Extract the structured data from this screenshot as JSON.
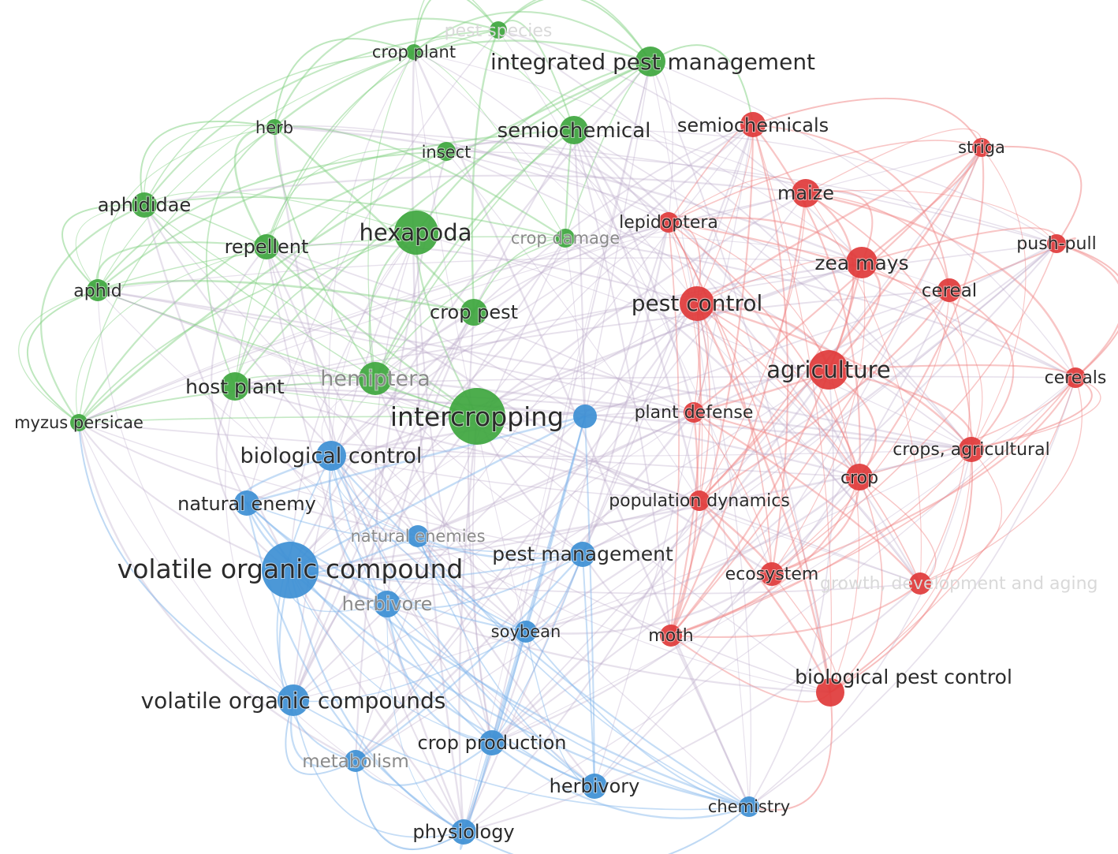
{
  "clusters": {
    "green": "#3ea63e",
    "red": "#e03a3a",
    "blue": "#3d8fd4"
  },
  "link_colors": {
    "green": "#7ccf7c",
    "red": "#f08080",
    "blue": "#7fb4ea",
    "mixed": "#b9a9c9"
  },
  "nodes": [
    {
      "id": "pest-species",
      "label": "pest species",
      "cluster": "green",
      "tone": "ghost"
    },
    {
      "id": "crop-plant",
      "label": "crop plant",
      "cluster": "green"
    },
    {
      "id": "integrated-pest-management",
      "label": "integrated pest management",
      "cluster": "green"
    },
    {
      "id": "herb",
      "label": "herb",
      "cluster": "green"
    },
    {
      "id": "semiochemical",
      "label": "semiochemical",
      "cluster": "green"
    },
    {
      "id": "insect",
      "label": "insect",
      "cluster": "green"
    },
    {
      "id": "aphididae",
      "label": "aphididae",
      "cluster": "green"
    },
    {
      "id": "hexapoda",
      "label": "hexapoda",
      "cluster": "green"
    },
    {
      "id": "repellent",
      "label": "repellent",
      "cluster": "green"
    },
    {
      "id": "crop-damage",
      "label": "crop damage",
      "cluster": "green",
      "tone": "faded"
    },
    {
      "id": "aphid",
      "label": "aphid",
      "cluster": "green"
    },
    {
      "id": "crop-pest",
      "label": "crop pest",
      "cluster": "green"
    },
    {
      "id": "host-plant",
      "label": "host plant",
      "cluster": "green"
    },
    {
      "id": "hemiptera",
      "label": "hemiptera",
      "cluster": "green",
      "tone": "faded"
    },
    {
      "id": "myzus-persicae",
      "label": "myzus persicae",
      "cluster": "green"
    },
    {
      "id": "intercropping",
      "label": "intercropping",
      "cluster": "green"
    },
    {
      "id": "semiochemicals",
      "label": "semiochemicals",
      "cluster": "red"
    },
    {
      "id": "striga",
      "label": "striga",
      "cluster": "red"
    },
    {
      "id": "maize",
      "label": "maize",
      "cluster": "red"
    },
    {
      "id": "lepidoptera",
      "label": "lepidoptera",
      "cluster": "red"
    },
    {
      "id": "push-pull",
      "label": "push-pull",
      "cluster": "red"
    },
    {
      "id": "zea-mays",
      "label": "zea mays",
      "cluster": "red"
    },
    {
      "id": "pest-control",
      "label": "pest control",
      "cluster": "red"
    },
    {
      "id": "cereal",
      "label": "cereal",
      "cluster": "red"
    },
    {
      "id": "agriculture",
      "label": "agriculture",
      "cluster": "red"
    },
    {
      "id": "cereals",
      "label": "cereals",
      "cluster": "red"
    },
    {
      "id": "plant-defense",
      "label": "plant defense",
      "cluster": "red"
    },
    {
      "id": "crops-agricultural",
      "label": "crops, agricultural",
      "cluster": "red"
    },
    {
      "id": "crop",
      "label": "crop",
      "cluster": "red"
    },
    {
      "id": "population-dynamics",
      "label": "population dynamics",
      "cluster": "red"
    },
    {
      "id": "ecosystem",
      "label": "ecosystem",
      "cluster": "red"
    },
    {
      "id": "growth-development-aging",
      "label": "growth, development and aging",
      "cluster": "red",
      "tone": "ghost"
    },
    {
      "id": "moth",
      "label": "moth",
      "cluster": "red"
    },
    {
      "id": "biological-pest-control",
      "label": "biological pest control",
      "cluster": "red"
    },
    {
      "id": "blue-hub",
      "label": "",
      "cluster": "blue"
    },
    {
      "id": "biological-control",
      "label": "biological control",
      "cluster": "blue"
    },
    {
      "id": "natural-enemy",
      "label": "natural enemy",
      "cluster": "blue"
    },
    {
      "id": "natural-enemies",
      "label": "natural enemies",
      "cluster": "blue",
      "tone": "faded"
    },
    {
      "id": "volatile-organic-compound",
      "label": "volatile organic compound",
      "cluster": "blue"
    },
    {
      "id": "pest-management",
      "label": "pest management",
      "cluster": "blue"
    },
    {
      "id": "herbivore",
      "label": "herbivore",
      "cluster": "blue",
      "tone": "faded"
    },
    {
      "id": "soybean",
      "label": "soybean",
      "cluster": "blue"
    },
    {
      "id": "volatile-organic-compounds",
      "label": "volatile organic compounds",
      "cluster": "blue"
    },
    {
      "id": "crop-production",
      "label": "crop production",
      "cluster": "blue"
    },
    {
      "id": "metabolism",
      "label": "metabolism",
      "cluster": "blue",
      "tone": "faded"
    },
    {
      "id": "herbivory",
      "label": "herbivory",
      "cluster": "blue"
    },
    {
      "id": "chemistry",
      "label": "chemistry",
      "cluster": "blue"
    },
    {
      "id": "physiology",
      "label": "physiology",
      "cluster": "blue"
    }
  ]
}
